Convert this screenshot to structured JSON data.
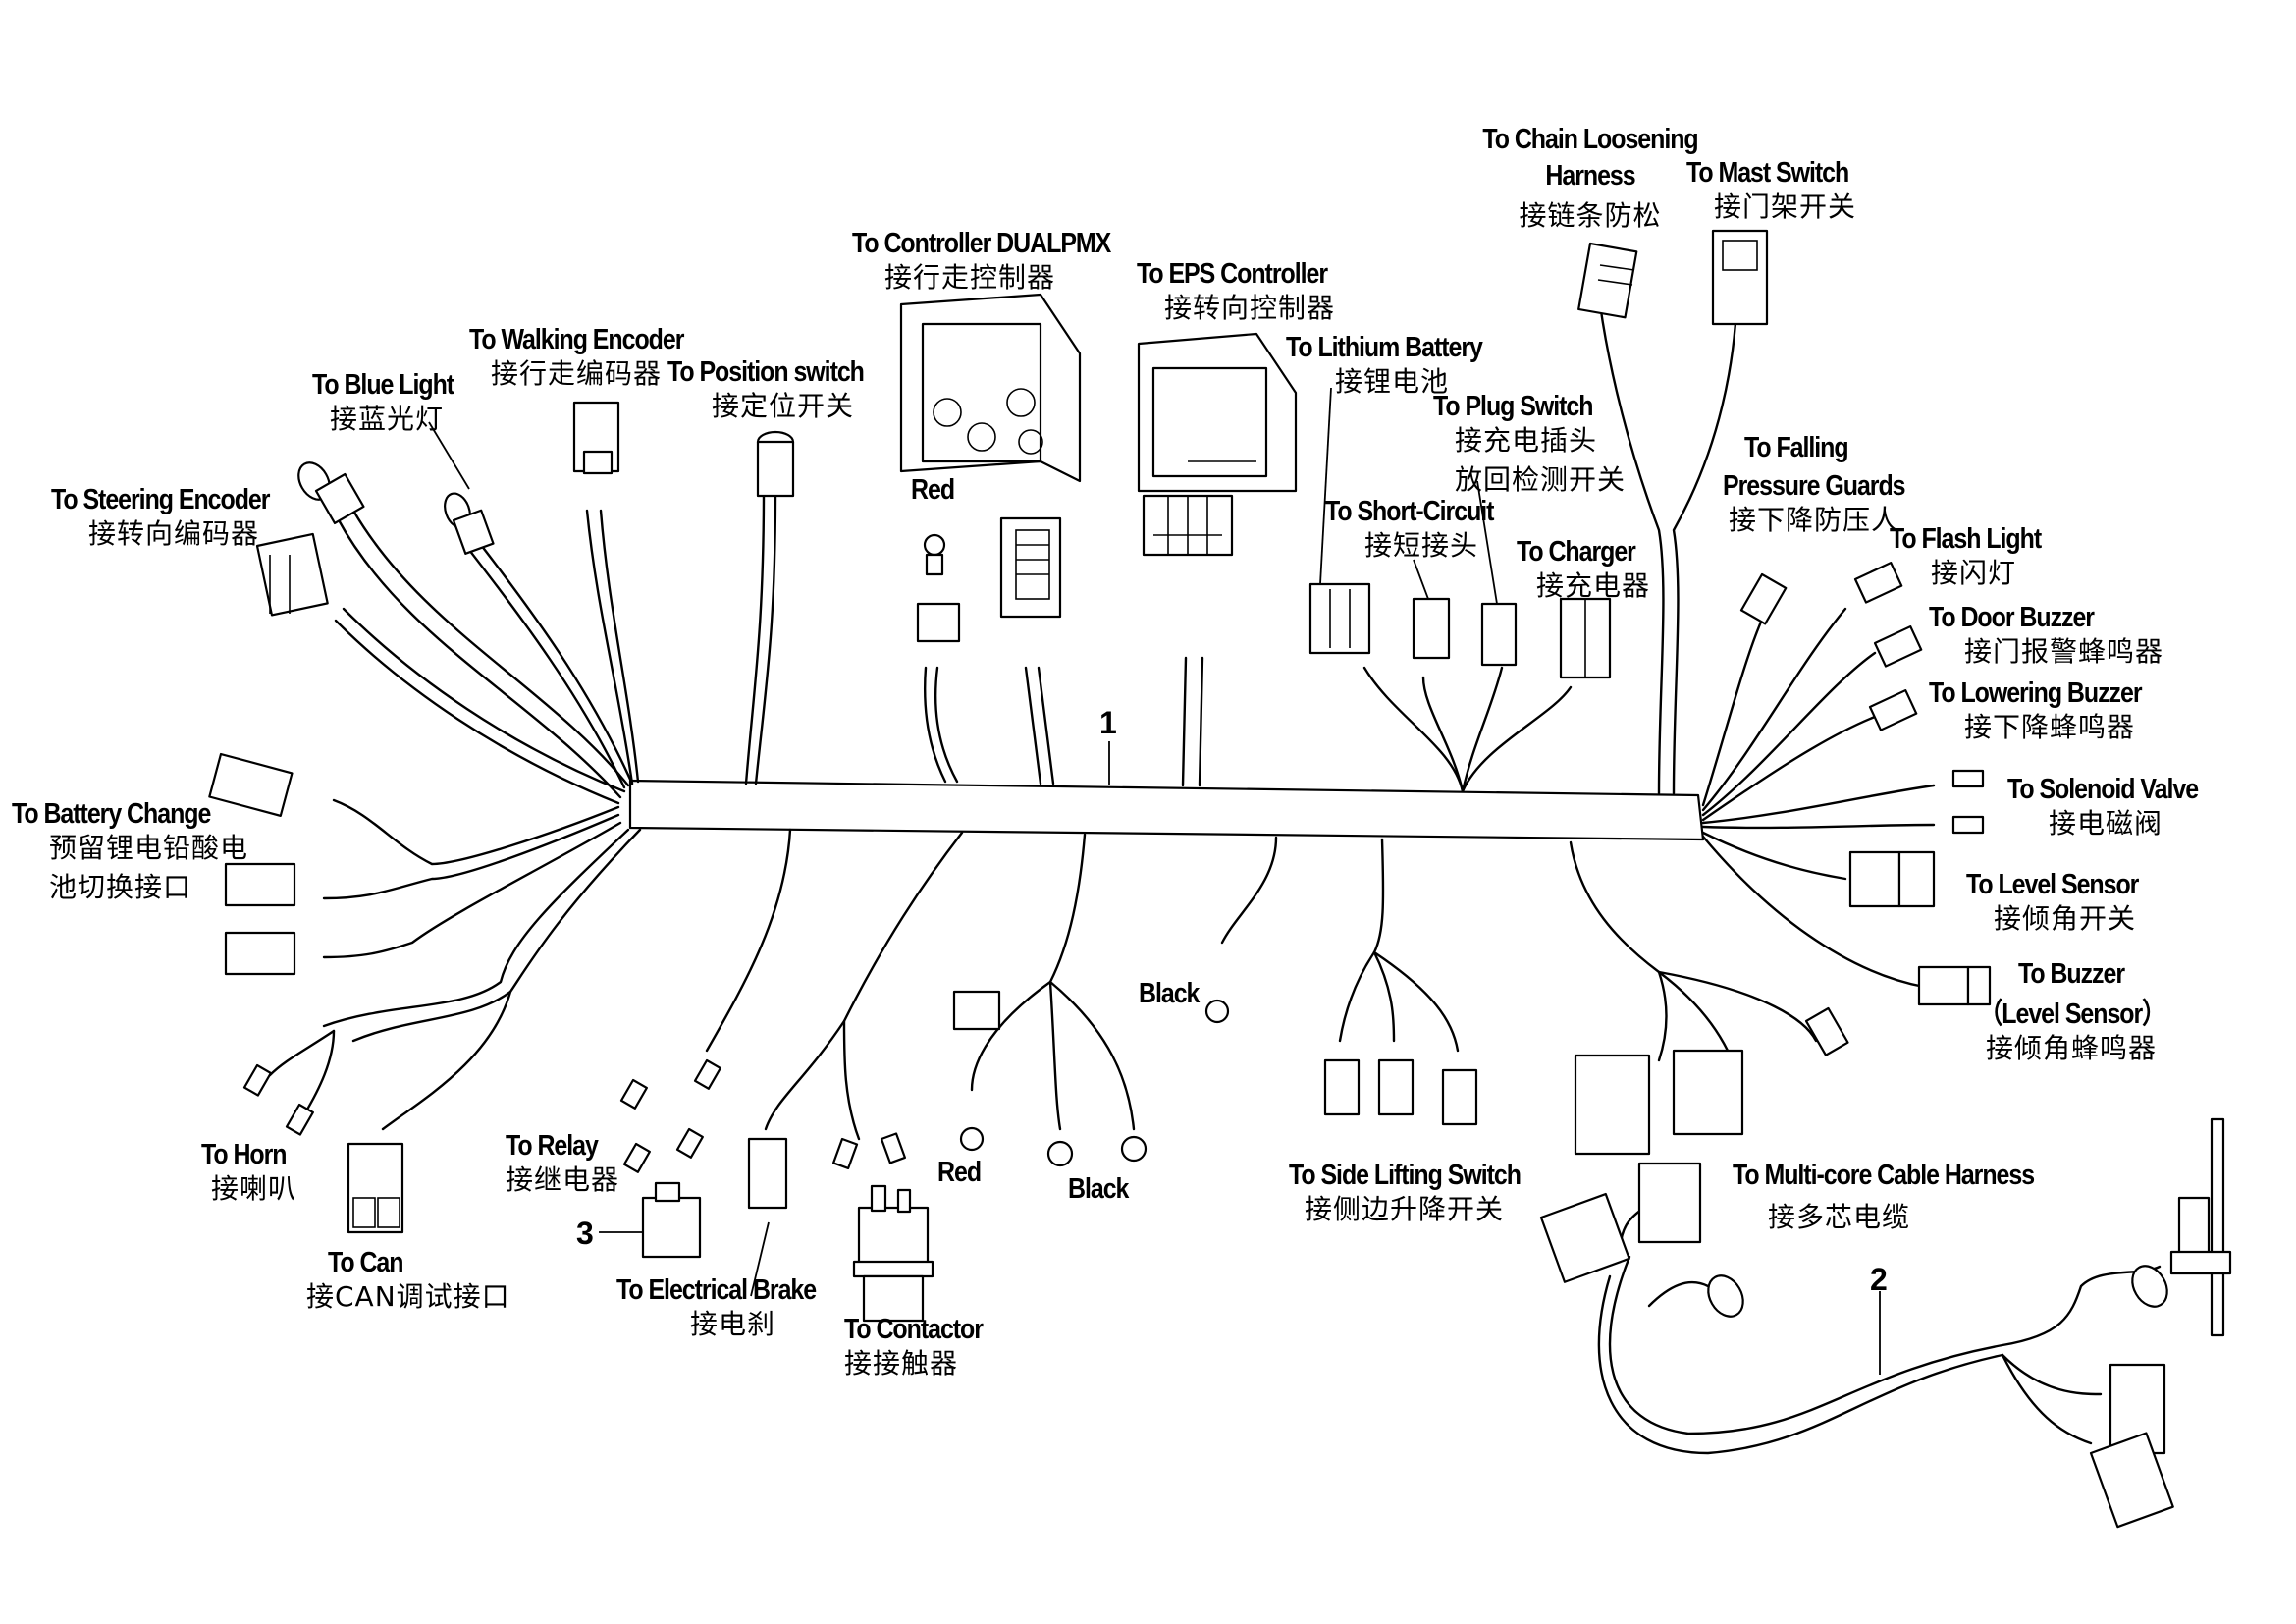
{
  "diagram": {
    "item_numbers": {
      "main_harness": "1",
      "multi_core_harness": "2",
      "relay": "3"
    },
    "labels": {
      "steering_encoder": {
        "en": "To Steering Encoder",
        "zh": "接转向编码器"
      },
      "blue_light": {
        "en": "To Blue Light",
        "zh": "接蓝光灯"
      },
      "walking_encoder": {
        "en": "To Walking Encoder",
        "zh": "接行走编码器"
      },
      "position_switch": {
        "en": "To Position switch",
        "zh": "接定位开关"
      },
      "controller_dualpmx": {
        "en": "To Controller DUALPMX",
        "zh": "接行走控制器"
      },
      "eps_controller": {
        "en": "To EPS Controller",
        "zh": "接转向控制器"
      },
      "lithium_battery": {
        "en": "To Lithium Battery",
        "zh": "接锂电池"
      },
      "plug_switch": {
        "en": "To Plug Switch",
        "zh": "接充电插头",
        "zh2": "放回检测开关"
      },
      "short_circuit": {
        "en": "To Short-Circuit",
        "zh": "接短接头"
      },
      "charger": {
        "en": "To Charger",
        "zh": "接充电器"
      },
      "chain_loosening": {
        "en": "To Chain Loosening",
        "en2": "Harness",
        "zh": "接链条防松"
      },
      "mast_switch": {
        "en": "To Mast Switch",
        "zh": "接门架开关"
      },
      "falling_pressure_guards": {
        "en": "To Falling",
        "en2": "Pressure Guards",
        "zh": "接下降防压人"
      },
      "flash_light": {
        "en": "To Flash Light",
        "zh": "接闪灯"
      },
      "door_buzzer": {
        "en": "To Door Buzzer",
        "zh": "接门报警蜂鸣器"
      },
      "lowering_buzzer": {
        "en": "To Lowering Buzzer",
        "zh": "接下降蜂鸣器"
      },
      "solenoid_valve": {
        "en": "To Solenoid Valve",
        "zh": "接电磁阀"
      },
      "level_sensor": {
        "en": "To Level Sensor",
        "zh": "接倾角开关"
      },
      "buzzer_level_sensor": {
        "en": "To Buzzer",
        "en2": "（Level Sensor）",
        "zh": "接倾角蜂鸣器"
      },
      "battery_change": {
        "en": "To Battery Change",
        "zh": "预留锂电铅酸电",
        "zh2": "池切换接口"
      },
      "horn": {
        "en": "To Horn",
        "zh": "接喇叭"
      },
      "can": {
        "en": "To Can",
        "zh": "接CAN调试接口"
      },
      "relay": {
        "en": "To Relay",
        "zh": "接继电器"
      },
      "electrical_brake": {
        "en": "To Electrical Brake",
        "zh": "接电刹"
      },
      "contactor": {
        "en": "To Contactor",
        "zh": "接接触器"
      },
      "side_lifting_switch": {
        "en": "To Side Lifting Switch",
        "zh": "接侧边升降开关"
      },
      "multi_core_cable": {
        "en": "To Multi-core Cable Harness",
        "zh": "接多芯电缆"
      }
    },
    "wire_colors": {
      "red_top": "Red",
      "red_bottom": "Red",
      "black_center": "Black",
      "black_bottom": "Black"
    },
    "colors": {
      "line": "#000000",
      "background": "#ffffff"
    }
  }
}
